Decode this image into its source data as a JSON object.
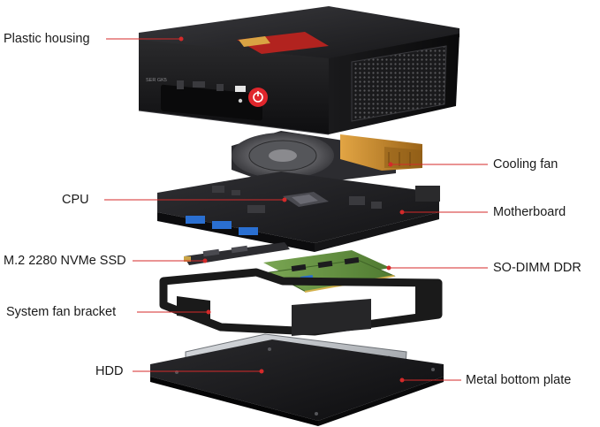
{
  "labels": {
    "plastic_housing": "Plastic housing",
    "cpu": "CPU",
    "ssd": "M.2 2280 NVMe SSD",
    "fan_bracket": "System fan bracket",
    "hdd": "HDD",
    "cooling_fan": "Cooling fan",
    "motherboard": "Motherboard",
    "sodimm": "SO-DIMM DDR",
    "bottom_plate": "Metal bottom plate"
  },
  "colors": {
    "leader_line": "#d42a2a",
    "housing": "#1c1c1e",
    "power_button": "#e0262c",
    "fan_duct": "#c98a2a",
    "pcb": "#1f1f22",
    "ram": "#5f8f3e",
    "ssd": "#2a2a2a",
    "bracket": "#1a1a1a",
    "hdd": "#b9bcc0",
    "plate": "#121214"
  },
  "icons": [
    "power-icon",
    "usb-port-icon",
    "audio-jack-icon"
  ]
}
